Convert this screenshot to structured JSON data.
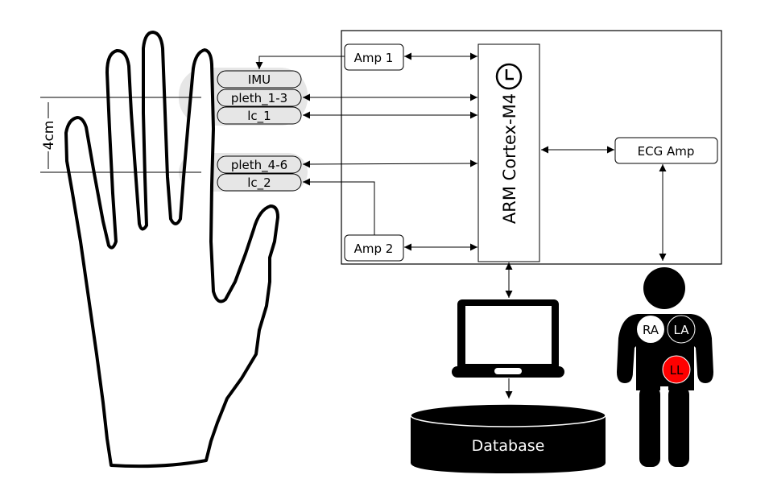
{
  "hand": {
    "scale_label": "4cm",
    "sensor_group_top": [
      "IMU",
      "pleth_1-3",
      "lc_1"
    ],
    "sensor_group_bottom": [
      "pleth_4-6",
      "lc_2"
    ]
  },
  "board": {
    "amp1_label": "Amp 1",
    "amp2_label": "Amp 2",
    "mcu_label": "ARM Cortex-M4",
    "mcu_icon": "clock-icon",
    "ecg_amp_label": "ECG Amp"
  },
  "laptop": {
    "icon": "laptop-icon"
  },
  "database": {
    "label": "Database"
  },
  "person": {
    "electrodes": [
      {
        "label": "RA",
        "color": "#ffffff",
        "text_color": "#000000"
      },
      {
        "label": "LA",
        "color": "#000000",
        "text_color": "#ffffff"
      },
      {
        "label": "LL",
        "color": "#ff0000",
        "text_color": "#000000"
      }
    ]
  },
  "colors": {
    "line": "#000000",
    "sensor_pad": "#e6e6e6",
    "electrode_ll": "#ff0000"
  }
}
